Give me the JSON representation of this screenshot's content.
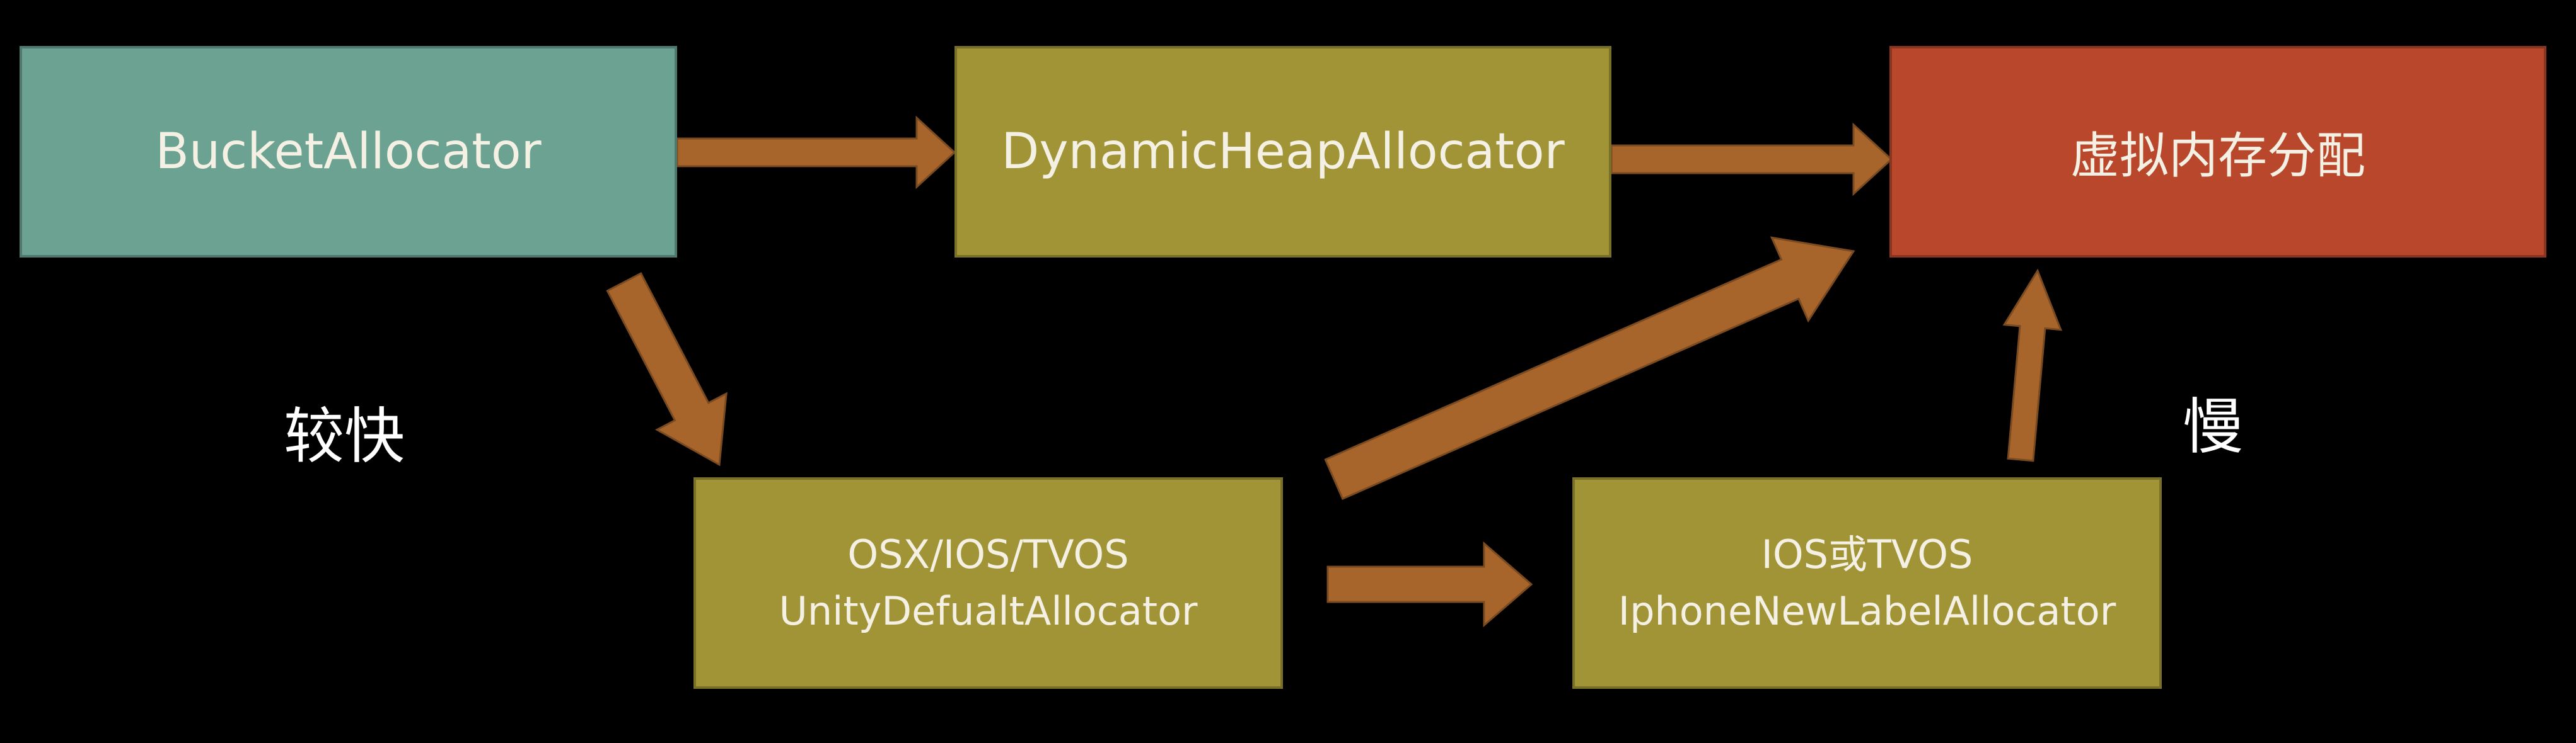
{
  "nodes": {
    "bucket": "BucketAllocator",
    "dynamic_heap": "DynamicHeapAllocator",
    "virtual_memory": "虚拟内存分配",
    "default_platforms": "OSX/IOS/TVOS",
    "default_allocator": "UnityDefualtAllocator",
    "iphone_platforms": "IOS或TVOS",
    "iphone_allocator": "IphoneNewLabelAllocator"
  },
  "labels": {
    "fast": "较快",
    "slow": "慢"
  },
  "colors": {
    "teal": "#6BA292",
    "olive": "#A09437",
    "red": "#B8472B",
    "arrow": "#A8652B"
  }
}
